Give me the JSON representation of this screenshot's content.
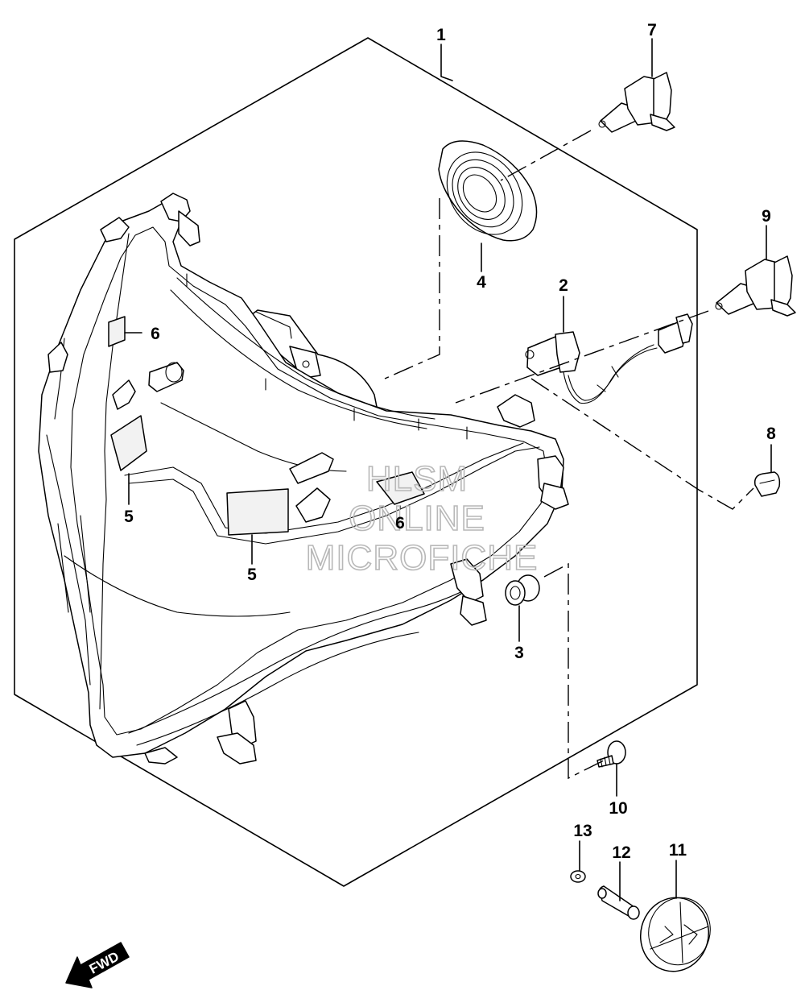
{
  "callouts": {
    "c1": "1",
    "c2": "2",
    "c3": "3",
    "c4": "4",
    "c5a": "5",
    "c5b": "5",
    "c6a": "6",
    "c6b": "6",
    "c7": "7",
    "c8": "8",
    "c9": "9",
    "c10": "10",
    "c11": "11",
    "c12": "12",
    "c13": "13"
  },
  "direction_badge": "FWD",
  "watermark": {
    "line1": "HLSM",
    "line2": "ONLINE",
    "line3": "MICROFICHE"
  },
  "colors": {
    "line": "#000000",
    "background": "#ffffff",
    "watermark": "#b8b8b8"
  }
}
